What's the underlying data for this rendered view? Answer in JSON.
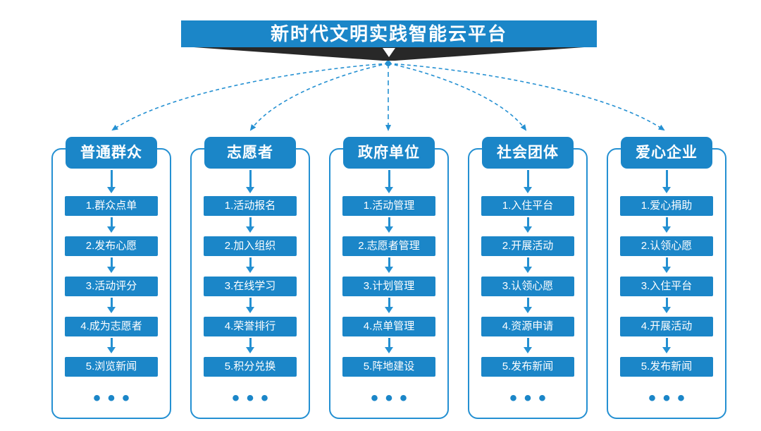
{
  "title": "新时代文明实践智能云平台",
  "colors": {
    "primary_blue": "#1b86c8",
    "connector_blue": "#2490d2",
    "ribbon_dark": "#282828",
    "background": "#ffffff",
    "text_on_blue": "#ffffff"
  },
  "columns": [
    {
      "title": "普通群众",
      "steps": [
        "1.群众点单",
        "2.发布心愿",
        "3.活动评分",
        "4.成为志愿者",
        "5.浏览新闻"
      ],
      "more": "•••"
    },
    {
      "title": "志愿者",
      "steps": [
        "1.活动报名",
        "2.加入组织",
        "3.在线学习",
        "4.荣誉排行",
        "5.积分兑换"
      ],
      "more": "•••"
    },
    {
      "title": "政府单位",
      "steps": [
        "1.活动管理",
        "2.志愿者管理",
        "3.计划管理",
        "4.点单管理",
        "5.阵地建设"
      ],
      "more": "•••"
    },
    {
      "title": "社会团体",
      "steps": [
        "1.入住平台",
        "2.开展活动",
        "3.认领心愿",
        "4.资源申请",
        "5.发布新闻"
      ],
      "more": "•••"
    },
    {
      "title": "爱心企业",
      "steps": [
        "1.爱心捐助",
        "2.认领心愿",
        "3.入住平台",
        "4.开展活动",
        "5.发布新闻"
      ],
      "more": "•••"
    }
  ]
}
